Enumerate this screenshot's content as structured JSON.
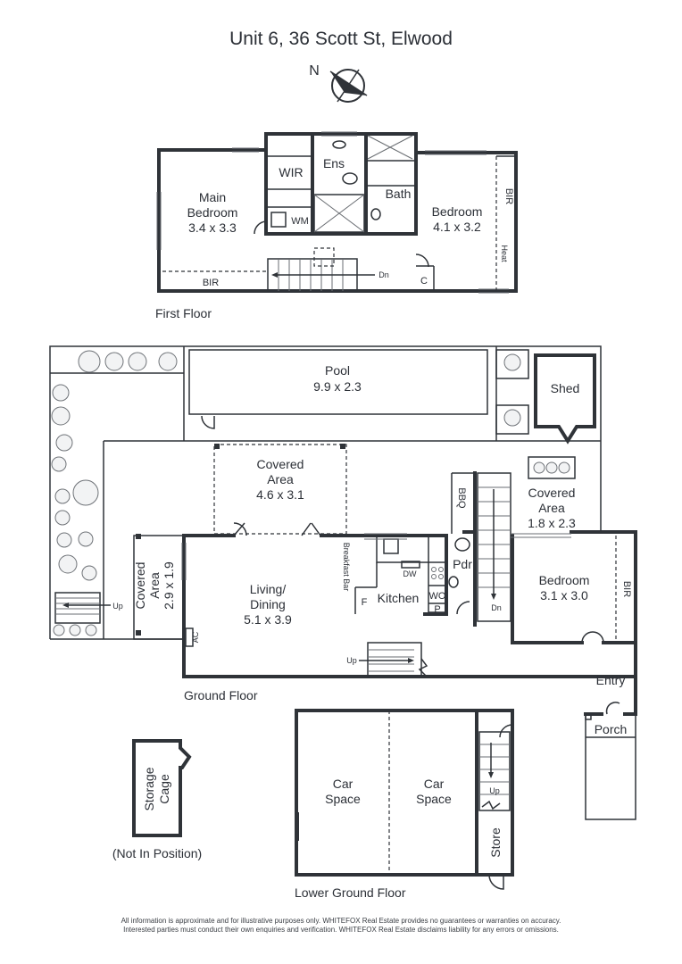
{
  "title": "Unit 6, 36 Scott St, Elwood",
  "compass": "N",
  "floors": {
    "first": "First Floor",
    "ground": "Ground Floor",
    "lower": "Lower Ground Floor"
  },
  "first_floor": {
    "main_bedroom": {
      "name": "Main",
      "name2": "Bedroom",
      "dims": "3.4 x 3.3"
    },
    "wir": "WIR",
    "ens": "Ens",
    "bath": "Bath",
    "wm": "WM",
    "bir_left": "BIR",
    "dn": "Dn",
    "c": "C",
    "bedroom": {
      "name": "Bedroom",
      "dims": "4.1 x 3.2"
    },
    "bir_right": "BIR",
    "heat": "Heat"
  },
  "ground_floor": {
    "pool": {
      "name": "Pool",
      "dims": "9.9 x 2.3"
    },
    "shed": "Shed",
    "covered_main": {
      "name": "Covered",
      "name2": "Area",
      "dims": "4.6 x 3.1"
    },
    "covered_right": {
      "name": "Covered",
      "name2": "Area",
      "dims": "1.8 x 2.3"
    },
    "covered_left": {
      "name": "Covered",
      "name2": "Area",
      "dims": "2.9 x 1.9"
    },
    "living": {
      "name": "Living/",
      "name2": "Dining",
      "dims": "5.1 x 3.9"
    },
    "breakfast_bar": "Breakfast Bar",
    "kitchen": "Kitchen",
    "dw": "DW",
    "f": "F",
    "wo": "WO",
    "p": "P",
    "pdr": "Pdr",
    "bbq": "BBQ",
    "dn": "Dn",
    "bedroom": {
      "name": "Bedroom",
      "dims": "3.1 x 3.0"
    },
    "bir": "BIR",
    "up_left": "Up",
    "up_mid": "Up",
    "ac": "AC",
    "entry": "Entry",
    "porch": "Porch"
  },
  "lower_floor": {
    "car1": {
      "name": "Car",
      "name2": "Space"
    },
    "car2": {
      "name": "Car",
      "name2": "Space"
    },
    "up": "Up",
    "store": "Store",
    "storage": {
      "name": "Storage",
      "name2": "Cage"
    },
    "not_in_position": "(Not In Position)"
  },
  "disclaimer": {
    "line1": "All information is approximate and for illustrative purposes only. WHITEFOX Real Estate provides no guarantees or warranties on accuracy.",
    "line2": "Interested parties must conduct their own enquiries and verification. WHITEFOX Real Estate disclaims liability for any errors or omissions."
  }
}
